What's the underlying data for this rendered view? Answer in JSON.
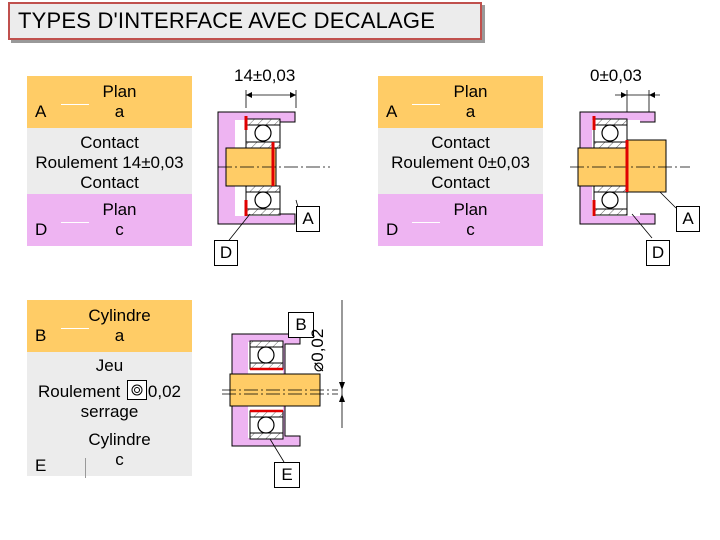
{
  "title": "TYPES D'INTERFACE AVEC DECALAGE",
  "panel1": {
    "top": {
      "letter": "A",
      "line1": "Plan",
      "line2": "a"
    },
    "middle": {
      "line1": "Contact",
      "line2": "Roulement 14±0,03",
      "line3": "Contact"
    },
    "bottom": {
      "letter": "D",
      "line1": "Plan",
      "line2": "c"
    },
    "dimension": "14±0,03",
    "label_a": "A",
    "label_d": "D"
  },
  "panel2": {
    "top": {
      "letter": "A",
      "line1": "Plan",
      "line2": "a"
    },
    "middle": {
      "line1": "Contact",
      "line2": "Roulement 0±0,03",
      "line3": "Contact"
    },
    "bottom": {
      "letter": "D",
      "line1": "Plan",
      "line2": "c"
    },
    "dimension": "0±0,03",
    "label_a": "A",
    "label_d": "D"
  },
  "panel3": {
    "top": {
      "letter": "B",
      "line1": "Cylindre",
      "line2": "a"
    },
    "middle": {
      "line1": "Jeu",
      "line2_pre": "Roulement",
      "line2_post": "0,02",
      "line3": "serrage"
    },
    "bottom": {
      "letter": "E",
      "line1": "Cylindre",
      "line2": "c"
    },
    "dimension": "⌀0,02",
    "label_b": "B",
    "label_e": "E"
  },
  "colors": {
    "plan": "#ffcc66",
    "contact": "#ececec",
    "plan_c": "#eeb4f2",
    "contact_line": "#e00000",
    "title_border": "#c0504d"
  }
}
